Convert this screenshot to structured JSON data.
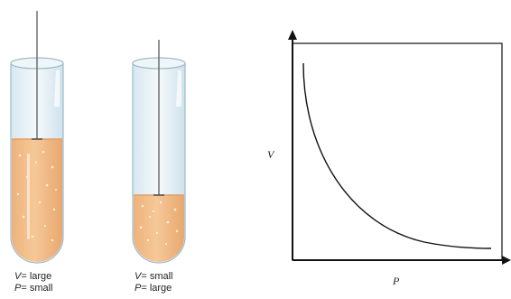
{
  "tubes": [
    {
      "v_symbol": "V",
      "v_value": "large",
      "p_symbol": "P",
      "p_value": "small"
    },
    {
      "v_symbol": "V",
      "v_value": "small",
      "p_symbol": "P",
      "p_value": "large"
    }
  ],
  "graph": {
    "y_label": "V",
    "x_label": "P",
    "curve": "inverse",
    "grid": false
  },
  "colors": {
    "liquid": "#f3c08d",
    "liquid_dark": "#e9ab72",
    "glass": "#cfe4ee",
    "rod": "#666666",
    "axis": "#111111"
  }
}
